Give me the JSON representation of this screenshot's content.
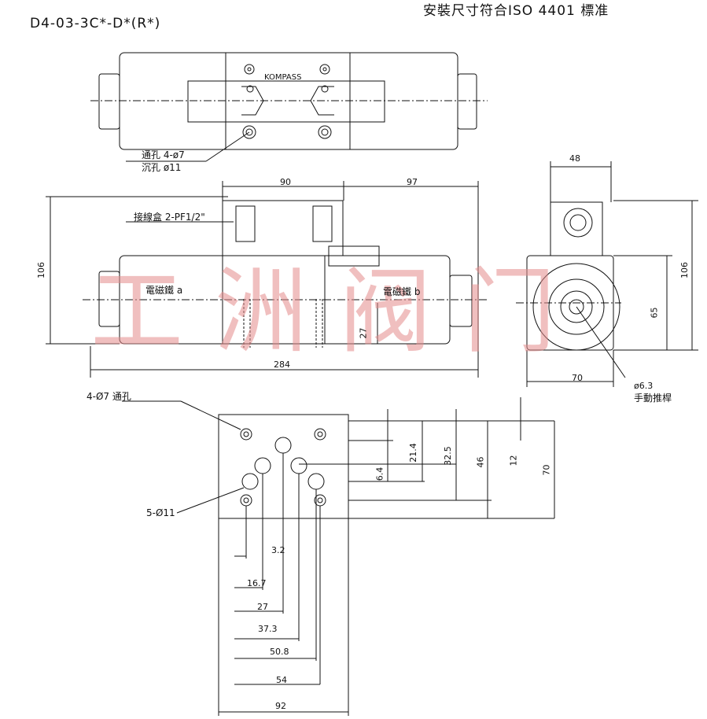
{
  "model_code": "D4-03-3C*-D*(R*)",
  "standard_note": "安裝尺寸符合ISO 4401 標准",
  "top_view": {
    "brand": "KOMPASS",
    "through_hole_label": "通孔 4-ø7",
    "counterbore_label": "沉孔  ø11"
  },
  "front_view": {
    "junction_box_label": "接線盒 2-PF1/2\"",
    "solenoid_a": "電磁鐵 a",
    "solenoid_b": "電磁鐵 b",
    "dims": {
      "top_left": "90",
      "top_right": "97",
      "height": "106",
      "base_gap": "27",
      "overall": "284"
    }
  },
  "side_view": {
    "dims": {
      "width_top": "48",
      "height_total": "106",
      "height_lower": "65",
      "width_bottom": "70"
    },
    "manual_override_dia": "ø6.3",
    "manual_override_label": "手動推桿"
  },
  "mounting": {
    "through_hole_label": "4-Ø7 通孔",
    "port_label": "5-Ø11",
    "vertical_dims": [
      "6.4",
      "21.4",
      "32.5",
      "46",
      "12",
      "70"
    ],
    "horizontal_dims": [
      "3.2",
      "16.7",
      "27",
      "37.3",
      "50.8",
      "54",
      "92"
    ]
  },
  "watermark": "工洲阀门"
}
